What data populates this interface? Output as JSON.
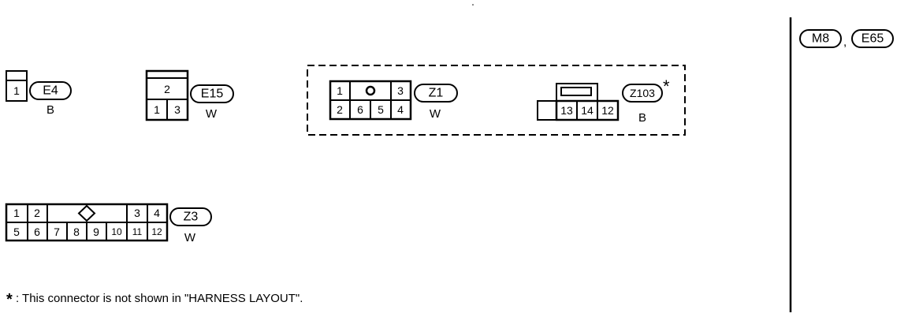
{
  "connectors": {
    "e4": {
      "id": "E4",
      "color": "B",
      "pins": [
        "1"
      ]
    },
    "e15": {
      "id": "E15",
      "color": "W",
      "pins_top": [
        "2"
      ],
      "pins_bottom": [
        "1",
        "3"
      ]
    },
    "z1": {
      "id": "Z1",
      "color": "W",
      "pins_top": [
        "1",
        "3"
      ],
      "pins_bottom": [
        "2",
        "6",
        "5",
        "4"
      ]
    },
    "z103": {
      "id": "Z103",
      "mark": "*",
      "color": "B",
      "pins": [
        "13",
        "14",
        "12"
      ]
    },
    "z3": {
      "id": "Z3",
      "color": "W",
      "pins_top": [
        "1",
        "2",
        "3",
        "4"
      ],
      "pins_bottom": [
        "5",
        "6",
        "7",
        "8",
        "9",
        "10",
        "11",
        "12"
      ]
    }
  },
  "side_panel": {
    "tags": [
      "M8",
      "E65"
    ],
    "separator": ","
  },
  "footnote": {
    "mark": "*",
    "text": ": This connector is not shown in \"HARNESS LAYOUT\"."
  }
}
